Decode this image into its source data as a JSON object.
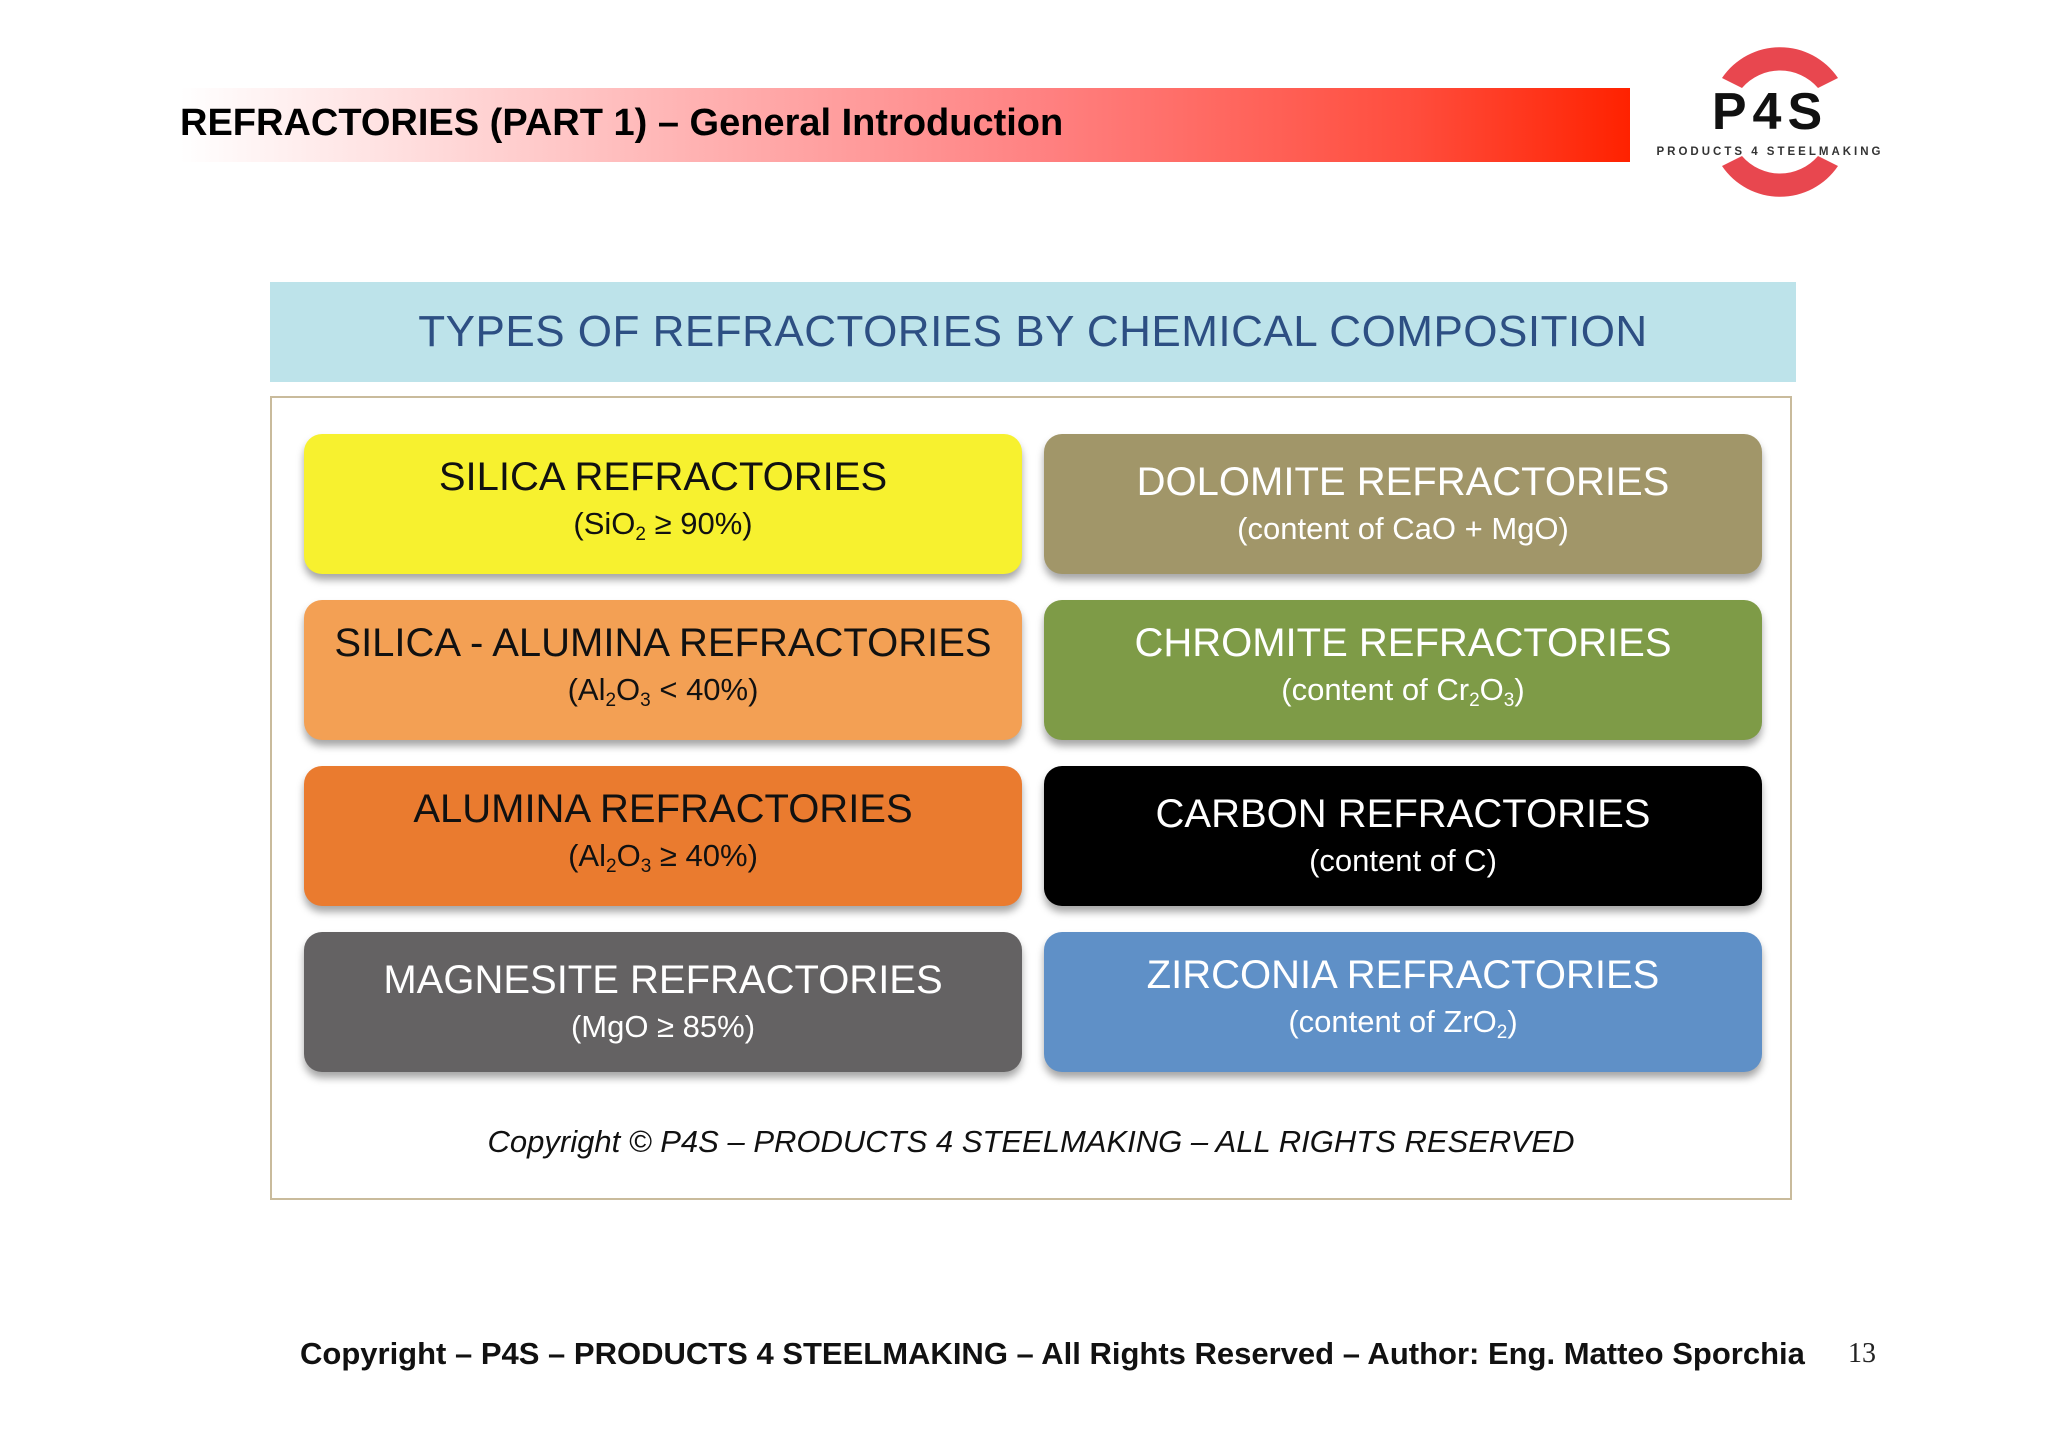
{
  "header": {
    "title": "REFRACTORIES (PART 1) – General Introduction"
  },
  "logo": {
    "text": "P4S",
    "subtitle": "PRODUCTS 4 STEELMAKING",
    "ring_color": "#e8474f"
  },
  "figure": {
    "title": "TYPES OF REFRACTORIES BY CHEMICAL COMPOSITION",
    "copyright": "Copyright © P4S – PRODUCTS 4 STEELMAKING – ALL RIGHTS RESERVED",
    "boxes": [
      {
        "title": "SILICA REFRACTORIES",
        "sub_pre": "(SiO",
        "sub_1": "2",
        "sub_mid": " ≥ 90%)",
        "sub_2": "",
        "sub_post": "",
        "color": "#f7f12f"
      },
      {
        "title": "DOLOMITE REFRACTORIES",
        "sub_pre": "(content of CaO + MgO)",
        "sub_1": "",
        "sub_mid": "",
        "sub_2": "",
        "sub_post": "",
        "color": "#a19669"
      },
      {
        "title": "SILICA - ALUMINA REFRACTORIES",
        "sub_pre": "(Al",
        "sub_1": "2",
        "sub_mid": "O",
        "sub_2": "3",
        "sub_post": " < 40%)",
        "color": "#f3a054"
      },
      {
        "title": "CHROMITE REFRACTORIES",
        "sub_pre": "(content of Cr",
        "sub_1": "2",
        "sub_mid": "O",
        "sub_2": "3",
        "sub_post": ")",
        "color": "#7e9b47"
      },
      {
        "title": "ALUMINA REFRACTORIES",
        "sub_pre": "(Al",
        "sub_1": "2",
        "sub_mid": "O",
        "sub_2": "3",
        "sub_post": " ≥ 40%)",
        "color": "#ea7b2f"
      },
      {
        "title": "CARBON REFRACTORIES",
        "sub_pre": "(content of C)",
        "sub_1": "",
        "sub_mid": "",
        "sub_2": "",
        "sub_post": "",
        "color": "#000000"
      },
      {
        "title": "MAGNESITE REFRACTORIES",
        "sub_pre": "(MgO ≥ 85%)",
        "sub_1": "",
        "sub_mid": "",
        "sub_2": "",
        "sub_post": "",
        "color": "#646263"
      },
      {
        "title": "ZIRCONIA REFRACTORIES",
        "sub_pre": "(content of ZrO",
        "sub_1": "2",
        "sub_mid": ")",
        "sub_2": "",
        "sub_post": "",
        "color": "#5f90c7"
      }
    ]
  },
  "footer": {
    "text": "Copyright – P4S – PRODUCTS 4 STEELMAKING – All Rights Reserved – Author: Eng. Matteo Sporchia",
    "page_number": "13"
  }
}
